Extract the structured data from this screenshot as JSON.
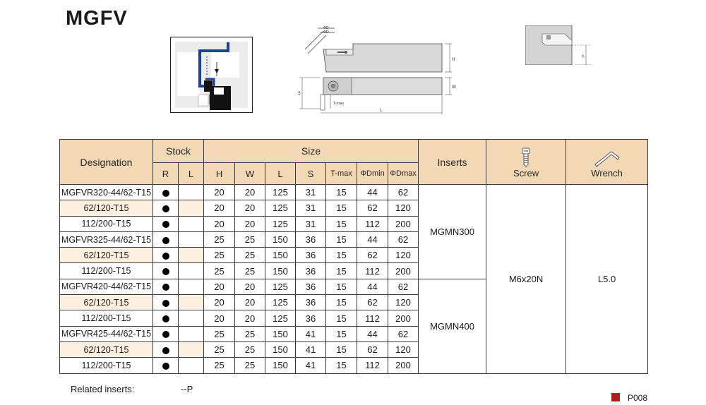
{
  "title": "MGFV",
  "table": {
    "headers": {
      "designation": "Designation",
      "stock": "Stock",
      "r": "R",
      "l": "L",
      "size": "Size",
      "h": "H",
      "w": "W",
      "len": "L",
      "s": "S",
      "tmax": "T-max",
      "dmin": "ΦDmin",
      "dmax": "ΦDmax",
      "inserts": "Inserts",
      "screw": "Screw",
      "wrench": "Wrench"
    },
    "rows": [
      {
        "designation": "MGFVR320-44/62-T15",
        "H": "20",
        "W": "20",
        "L": "125",
        "S": "31",
        "Tmax": "15",
        "Dmin": "44",
        "Dmax": "62"
      },
      {
        "designation": "62/120-T15",
        "H": "20",
        "W": "20",
        "L": "125",
        "S": "31",
        "Tmax": "15",
        "Dmin": "62",
        "Dmax": "120"
      },
      {
        "designation": "112/200-T15",
        "H": "20",
        "W": "20",
        "L": "125",
        "S": "31",
        "Tmax": "15",
        "Dmin": "112",
        "Dmax": "200"
      },
      {
        "designation": "MGFVR325-44/62-T15",
        "H": "25",
        "W": "25",
        "L": "150",
        "S": "36",
        "Tmax": "15",
        "Dmin": "44",
        "Dmax": "62"
      },
      {
        "designation": "62/120-T15",
        "H": "25",
        "W": "25",
        "L": "150",
        "S": "36",
        "Tmax": "15",
        "Dmin": "62",
        "Dmax": "120"
      },
      {
        "designation": "112/200-T15",
        "H": "25",
        "W": "25",
        "L": "150",
        "S": "36",
        "Tmax": "15",
        "Dmin": "112",
        "Dmax": "200"
      },
      {
        "designation": "MGFVR420-44/62-T15",
        "H": "20",
        "W": "20",
        "L": "125",
        "S": "36",
        "Tmax": "15",
        "Dmin": "44",
        "Dmax": "62"
      },
      {
        "designation": "62/120-T15",
        "H": "20",
        "W": "20",
        "L": "125",
        "S": "36",
        "Tmax": "15",
        "Dmin": "62",
        "Dmax": "120"
      },
      {
        "designation": "112/200-T15",
        "H": "20",
        "W": "20",
        "L": "125",
        "S": "36",
        "Tmax": "15",
        "Dmin": "112",
        "Dmax": "200"
      },
      {
        "designation": "MGFVR425-44/62-T15",
        "H": "25",
        "W": "25",
        "L": "150",
        "S": "41",
        "Tmax": "15",
        "Dmin": "44",
        "Dmax": "62"
      },
      {
        "designation": "62/120-T15",
        "H": "25",
        "W": "25",
        "L": "150",
        "S": "41",
        "Tmax": "15",
        "Dmin": "62",
        "Dmax": "120"
      },
      {
        "designation": "112/200-T15",
        "H": "25",
        "W": "25",
        "L": "150",
        "S": "41",
        "Tmax": "15",
        "Dmin": "112",
        "Dmax": "200"
      }
    ],
    "inserts_group1": "MGMN300",
    "inserts_group2": "MGMN400",
    "screw": "M6x20N",
    "wrench": "L5.0"
  },
  "related": {
    "label": "Related inserts:",
    "value": "--P"
  },
  "page_number": "P008",
  "colors": {
    "header_bg": "#f3d8b5",
    "alt_row_bg": "#fdf0e0",
    "diagram_blue": "#1c3f9a",
    "page_marker": "#b01c1c"
  },
  "icons": {
    "stock_marker": "filled-dot",
    "screw": "screw-icon",
    "wrench": "hex-wrench-icon"
  }
}
